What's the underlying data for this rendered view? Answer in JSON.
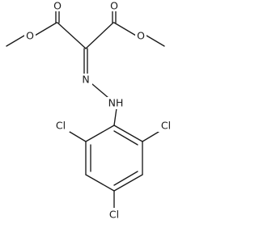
{
  "molecule": {
    "atoms": {
      "o_carbonyl_left": "O",
      "o_carbonyl_right": "O",
      "o_ester_left": "O",
      "o_ester_right": "O",
      "n_imine": "N",
      "nh": "NH",
      "cl_ortho_left": "Cl",
      "cl_ortho_right": "Cl",
      "cl_para": "Cl"
    },
    "colors": {
      "ink": "#1a1a1a",
      "background": "#ffffff"
    }
  }
}
